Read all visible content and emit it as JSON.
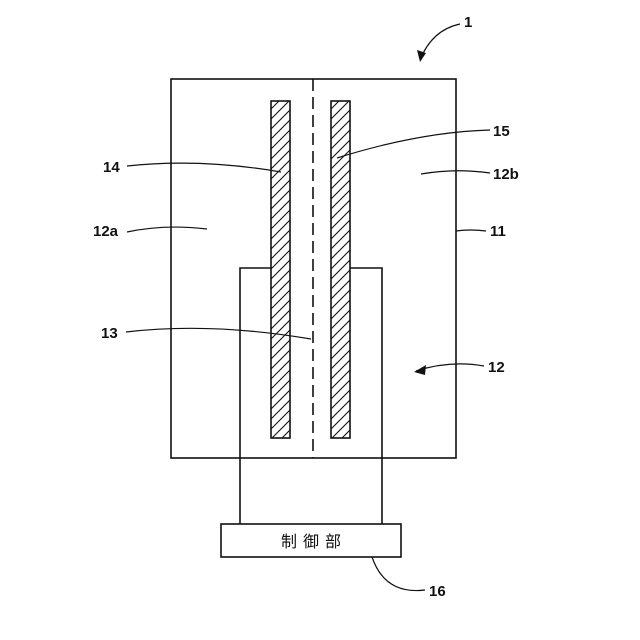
{
  "figure": {
    "labels": {
      "device": "1",
      "housing": "11",
      "chamber": "12",
      "chamber_left": "12a",
      "chamber_right": "12b",
      "partition": "13",
      "electrode_left": "14",
      "electrode_right": "15",
      "controller": "16"
    },
    "controller_text": "制御部"
  }
}
